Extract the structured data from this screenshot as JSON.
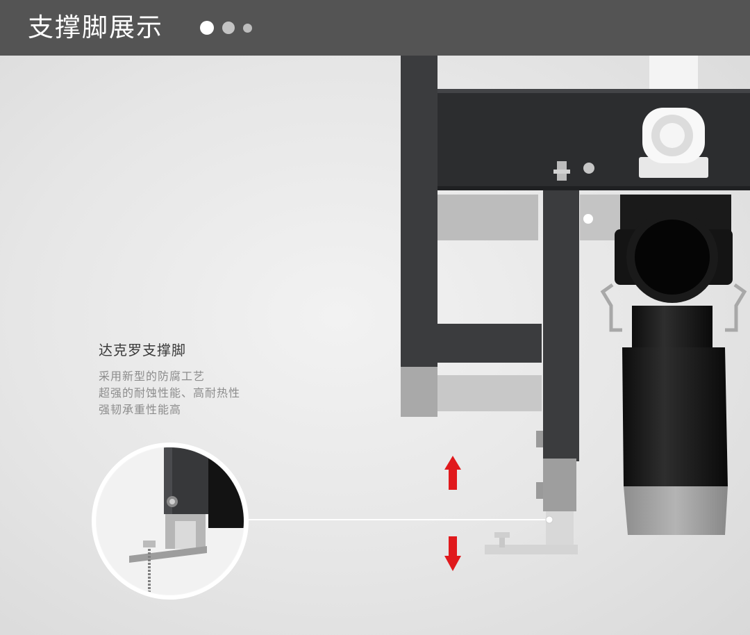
{
  "header": {
    "title": "支撑脚展示",
    "pagination": {
      "count": 3,
      "active_index": 0
    }
  },
  "feature": {
    "title": "达克罗支撑脚",
    "lines": [
      "采用新型的防腐工艺",
      "超强的耐蚀性能、高耐热性",
      "强韧承重性能高"
    ]
  },
  "colors": {
    "header_bg": "#545454",
    "frame": "#3b3c3e",
    "arrow": "#e0191c",
    "pipe": "#1c1c1c"
  },
  "icons": [
    "up-arrow-icon",
    "down-arrow-icon",
    "bolt-icon",
    "screw-icon"
  ]
}
